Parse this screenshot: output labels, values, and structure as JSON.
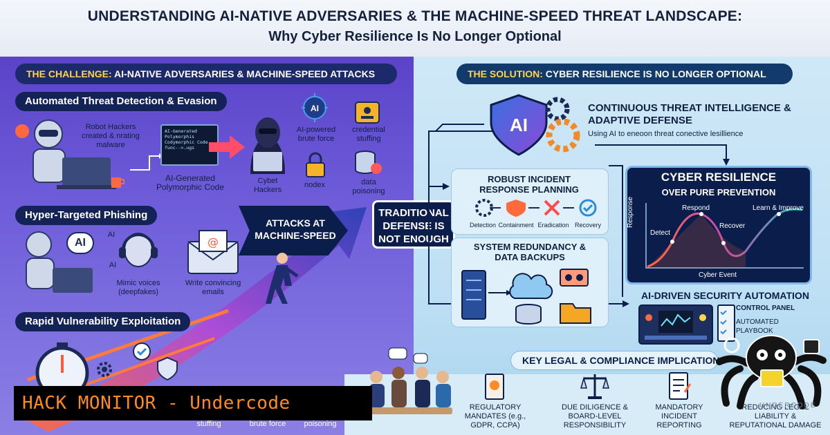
{
  "header": {
    "title": "UNDERSTANDING AI-NATIVE ADVERSARIES & THE MACHINE-SPEED THREAT LANDSCAPE:",
    "subtitle": "Why Cyber Resilience Is No Longer Optional"
  },
  "challenge": {
    "banner_prefix": "THE CHALLENGE:",
    "banner_rest": "AI-NATIVE ADVERSARIES & MACHINE-SPEED ATTACKS",
    "automated": {
      "title": "Automated Threat Detection & Evasion",
      "robot_label": "Robot Hackers created & nrating malware",
      "code_text": "AI-Generated Polymorphis Codymorphic Code, func-->.ugs",
      "code_label": "AI-Generated Polymorphic Code",
      "hacker_label": "Cybet Hackers",
      "brute_label": "AI-powered brute force",
      "credential_label": "credential stuffing",
      "nodex_label": "nodex",
      "poison_label": "data poisoning",
      "ai_tag": "AI"
    },
    "phishing": {
      "title": "Hyper-Targeted Phishing",
      "ai_bubble": "AI",
      "ai_small_1": "AI",
      "ai_small_2": "AI",
      "voices_label": "Mimic voices (deepfakes)",
      "emails_label": "Write convincing emails"
    },
    "attacks_arrow": "ATTACKS AT MACHINE-SPEED",
    "vuln": {
      "title": "Rapid Vulnerability Exploitation",
      "stuffing": "stuffing",
      "brute": "brute force",
      "poisoning": "poisoning"
    }
  },
  "traditional": "TRADITIONAL DEFENSE IS NOT ENOUGH",
  "solution": {
    "banner_prefix": "THE SOLUTION:",
    "banner_rest": "CYBER RESILIENCE IS NO LONGER OPTIONAL",
    "ai_shield": "AI",
    "intel_title": "CONTINUOUS THREAT INTELLIGENCE & ADAPTIVE DEFENSE",
    "intel_sub": "Using AI to eneoon threat conective lesillience",
    "incident": {
      "title": "ROBUST INCIDENT RESPONSE PLANNING",
      "steps": [
        "Detection",
        "Containment",
        "Eradication",
        "Recovery"
      ]
    },
    "redundancy_title": "SYSTEM REDUNDANCY & DATA BACKUPS",
    "resilience": {
      "title": "CYBER RESILIENCE",
      "subtitle": "OVER PURE PREVENTION",
      "yaxis": "Response",
      "xaxis": "Cyber Event",
      "detect": "Detect",
      "respond": "Respond",
      "recover": "Recover",
      "learn": "Learn & Improve"
    },
    "automation": {
      "title": "AI-DRIVEN SECURITY AUTOMATION",
      "control": "CONTROL PANEL",
      "playbook": "AUTOMATED PLAYBOOK"
    }
  },
  "legal": {
    "title": "KEY LEGAL & COMPLIANCE IMPLICATIONS",
    "items": [
      "REGULATORY MANDATES (e.g., GDPR, CCPA)",
      "DUE DILIGENCE & BOARD-LEVEL RESPONSIBILITY",
      "MANDATORY INCIDENT REPORTING",
      "REDUCING LEGAL LIABILITY & REPUTATIONAL DAMAGE"
    ]
  },
  "watermark": "HACK MONITOR - Undercode",
  "brand": "UNDERCODE"
}
